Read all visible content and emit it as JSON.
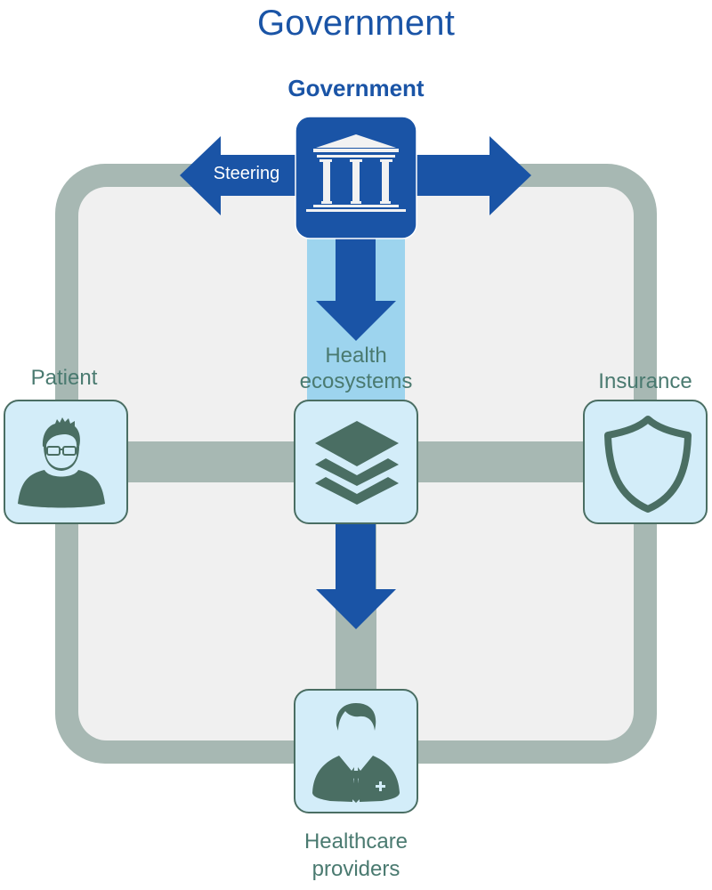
{
  "page": {
    "title": "Government"
  },
  "colors": {
    "brand_blue": "#1a54a6",
    "frame_gray": "#a7b8b3",
    "panel_bg": "#f0f0f0",
    "strip_light_blue": "#9dd4ee",
    "node_fill": "#d3edf9",
    "node_border": "#4a6e63",
    "icon_color": "#4a6e63",
    "label_color": "#4a7a70"
  },
  "diagram": {
    "government": {
      "label": "Government",
      "icon": "government-building-icon",
      "arrows": {
        "left_label": "Steering",
        "right_label": "",
        "down_label": ""
      }
    },
    "nodes": [
      {
        "id": "patient",
        "label": "Patient",
        "icon": "patient-person-icon"
      },
      {
        "id": "health-ecosystems",
        "label_lines": [
          "Health",
          "ecosystems"
        ],
        "icon": "layers-icon"
      },
      {
        "id": "insurance",
        "label": "Insurance",
        "icon": "shield-icon"
      },
      {
        "id": "healthcare-providers",
        "label_lines": [
          "Healthcare",
          "providers"
        ],
        "icon": "doctor-icon"
      }
    ]
  }
}
